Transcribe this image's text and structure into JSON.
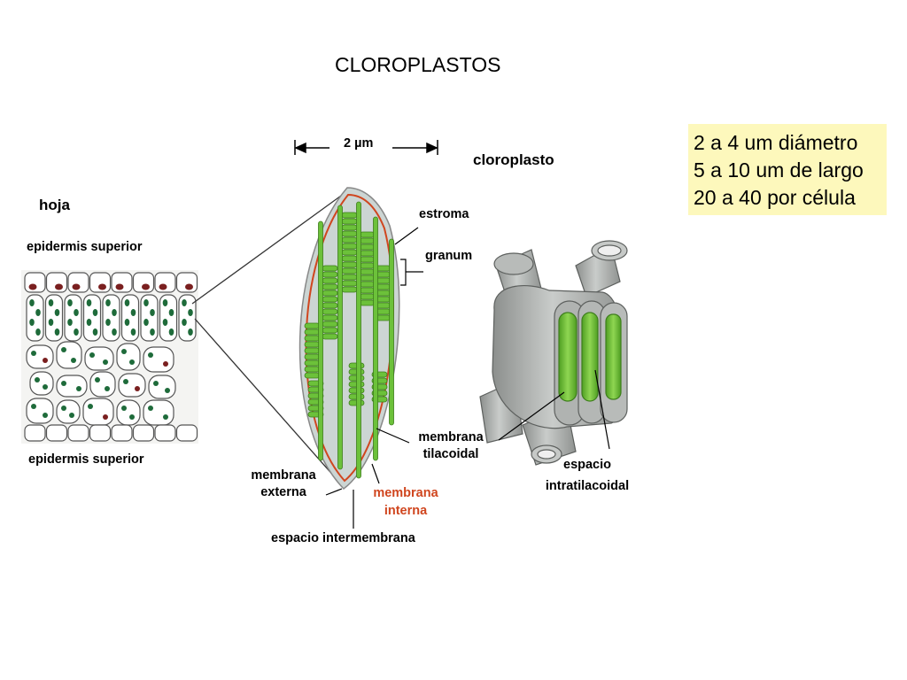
{
  "title": "CLOROPLASTOS",
  "scale_bar": "2 µm",
  "facts": [
    "2 a 4 um diámetro",
    "5 a 10 um de largo",
    "20 a 40 por célula"
  ],
  "labels": {
    "hoja": "hoja",
    "epidermis_top": "epidermis superior",
    "epidermis_bottom": "epidermis superior",
    "cloroplasto": "cloroplasto",
    "estroma": "estroma",
    "granum": "granum",
    "membrana_tilacoidal_1": "membrana",
    "membrana_tilacoidal_2": "tilacoidal",
    "membrana_externa_1": "membrana",
    "membrana_externa_2": "externa",
    "membrana_interna_1": "membrana",
    "membrana_interna_2": "interna",
    "espacio_intermembrana": "espacio intermembrana",
    "espacio_intratilacoidal_1": "espacio",
    "espacio_intratilacoidal_2": "intratilacoidal"
  },
  "colors": {
    "facts_bg": "#fdf8bc",
    "chloroplast_fill": "#ccd5d3",
    "thylakoid_green": "#6cc13a",
    "inner_membrane_red": "#d0461f",
    "granum_3d_gray": "#a7aaa8",
    "leaf_chloroplast": "#1e6b3a",
    "leaf_nucleus": "#7a1f1f"
  }
}
